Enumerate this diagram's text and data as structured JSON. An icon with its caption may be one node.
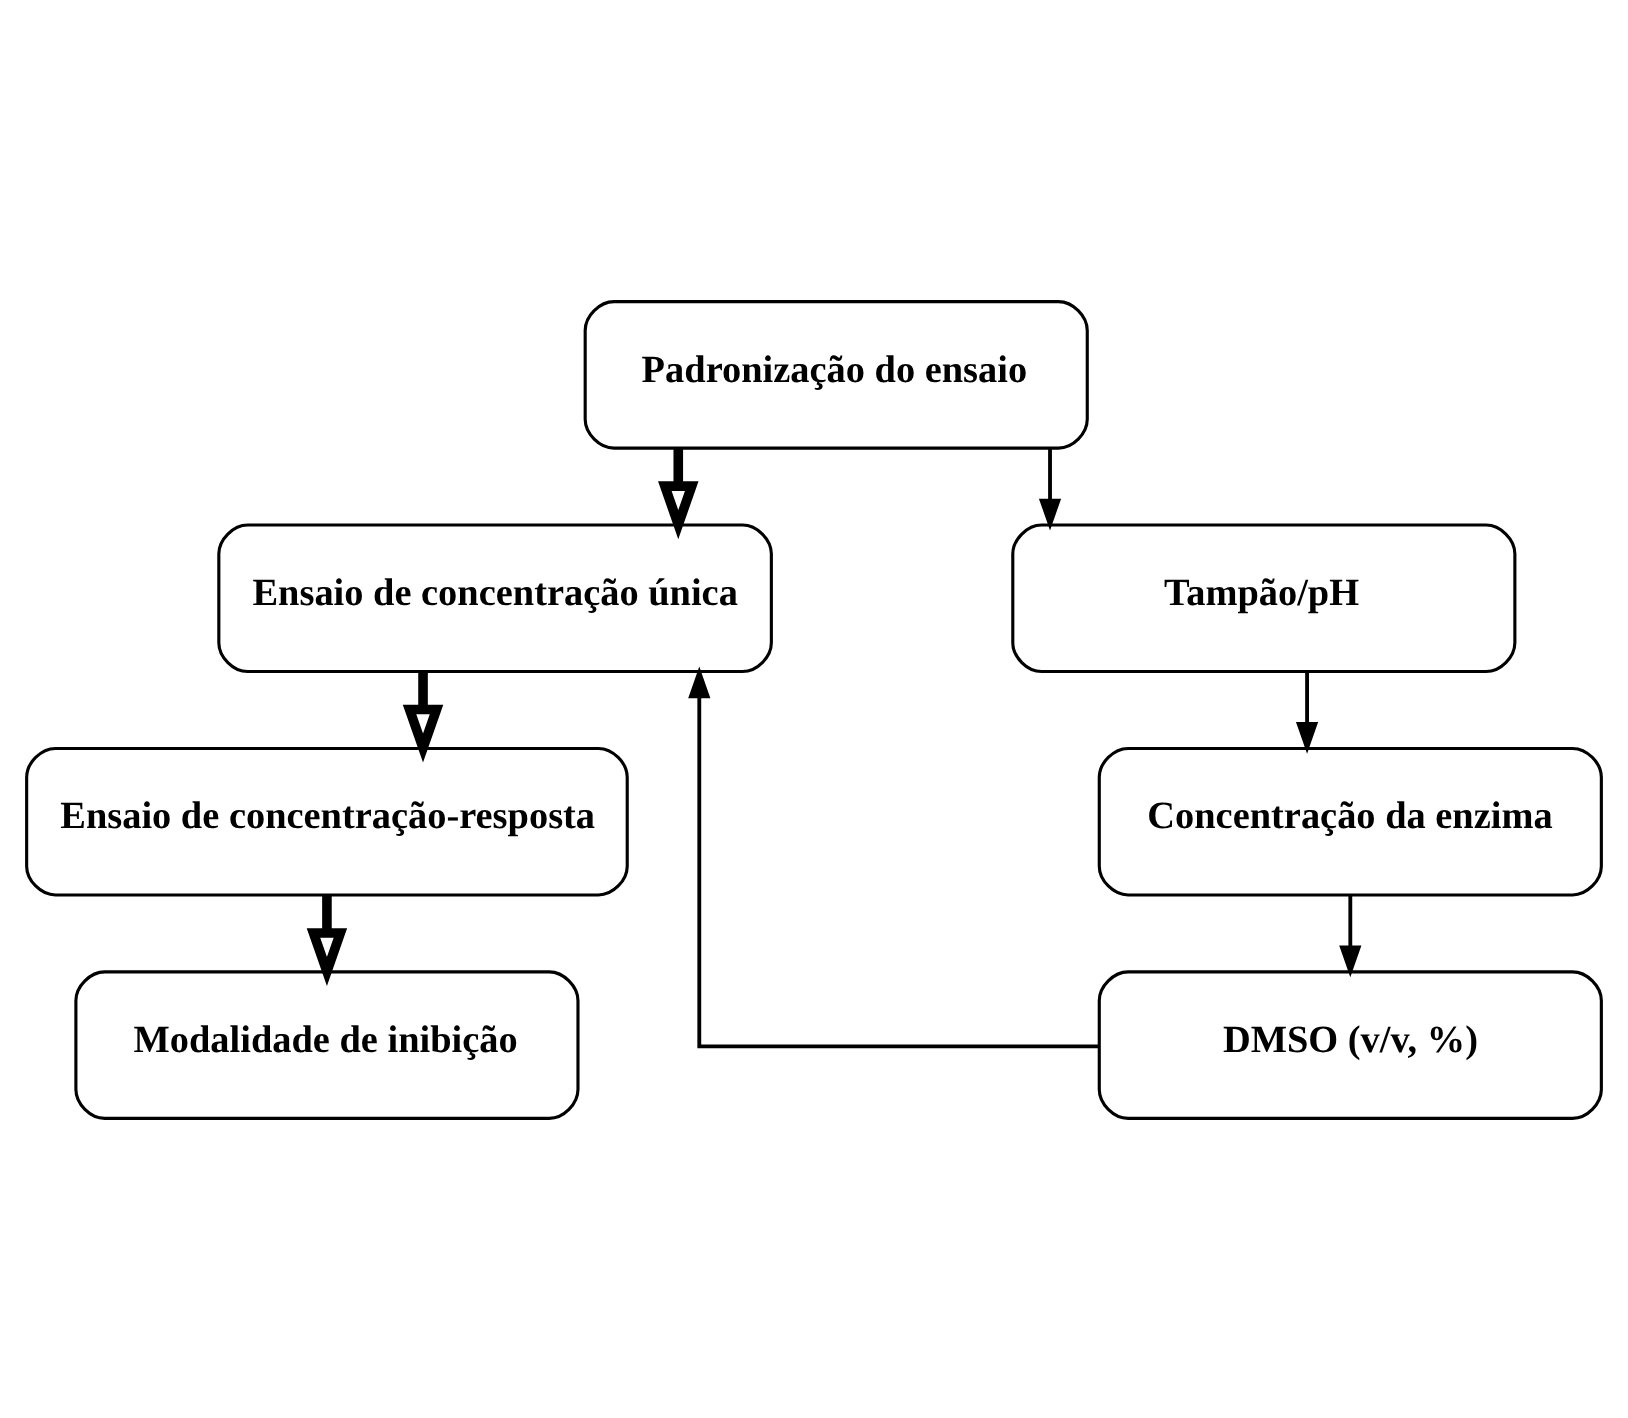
{
  "diagram": {
    "nodes": [
      {
        "text": [
          "Padronização do ensaio"
        ]
      },
      {
        "text": [
          "Ensaio de concentração única"
        ]
      },
      {
        "text": [
          "Ensaio de concentração-resposta"
        ]
      },
      {
        "text": [
          "Modalidade de inibição"
        ]
      },
      {
        "text": [
          "Tampão/pH"
        ]
      },
      {
        "text": [
          "Concentração da enzima"
        ]
      },
      {
        "text": [
          "DMSO (v/v, %)"
        ]
      }
    ],
    "edges": [
      {
        "from": 0,
        "to": 1,
        "arrow": "to",
        "style": "thick"
      },
      {
        "from": 1,
        "to": 2,
        "arrow": "to",
        "style": "thick"
      },
      {
        "from": 2,
        "to": 3,
        "arrow": "to",
        "style": "thick"
      },
      {
        "from": 0,
        "to": 4,
        "arrow": "to"
      },
      {
        "from": 4,
        "to": 5,
        "arrow": "to"
      },
      {
        "from": 5,
        "to": 6,
        "arrow": "to"
      },
      {
        "from": 6,
        "to": 1,
        "arrow": "to"
      }
    ]
  }
}
